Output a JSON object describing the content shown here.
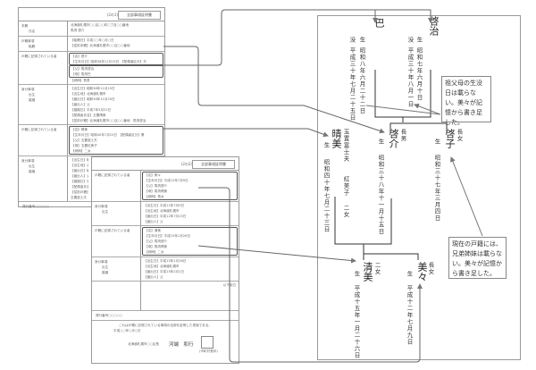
{
  "doc1": {
    "page": "(2の1)",
    "title": "全部事項証明書",
    "rows": [
      {
        "label": [
          "本籍",
          "氏名"
        ],
        "lines": [
          "北海道札幌市○○区○○町○丁目○○番地",
          "馬渕 啓介"
        ]
      },
      {
        "label": [
          "戸籍事項",
          "転籍"
        ],
        "lines": [
          "【転籍日】平成○○年○月○日",
          "【従前本籍】北海道札幌市○○区○○番地"
        ]
      },
      {
        "label": [
          "戸籍に記録されている者"
        ],
        "lines": [
          "【名】啓介",
          "【生年月日】昭和38年11月15日　【配偶者区分】夫",
          "【父】馬渕啓治",
          "【母】馬渕巴",
          "【続柄】長男"
        ],
        "hl": [
          [
            0,
            1
          ],
          [
            2,
            3
          ]
        ]
      },
      {
        "label": [
          "身分事項",
          "出生",
          "婚姻"
        ],
        "lines": [
          "【出生日】昭和38年11月15日",
          "【出生地】北海道札幌市",
          "【届出日】昭和38年11月20日",
          "【届出人】父",
          "【婚姻日】平成7年5月22日",
          "【配偶者氏名】玉置晴美",
          "【従前戸籍】北海道札幌市○○区○○番地　馬渕啓治"
        ]
      },
      {
        "label": [
          "戸籍に記録されている者"
        ],
        "lines": [
          "【名】晴美",
          "【生年月日】昭和40年7月23日　【配偶者区分】妻",
          "【父】玉置富士夫",
          "【母】玉置紅美子",
          "【続柄】二女"
        ],
        "hl": [
          [
            0,
            4
          ]
        ]
      },
      {
        "label": [
          "身分事項",
          "出生",
          "婚姻"
        ],
        "lines": [
          "【出生日】昭和40年7月23日",
          "【出生地】北海道札幌市",
          "【届出日】昭和40年7月28日",
          "【届出人】父",
          "【婚姻日】平成7年5月22日",
          "【配偶者氏名】馬渕啓介",
          "【従前戸籍】北海道札幌市○○区○○番地",
          "玉置富士夫"
        ]
      }
    ],
    "footer": "発行番号○○○○○"
  },
  "doc2": {
    "page": "(2の2)",
    "title": "全部事項証明書",
    "rows": [
      {
        "label": [
          "戸籍に記録されている者"
        ],
        "lines": [
          "【名】美々",
          "【生年月日】平成12年7月9日",
          "【父】馬渕啓介",
          "【母】馬渕晴美",
          "【続柄】長女"
        ],
        "hl": [
          [
            0,
            4
          ]
        ]
      },
      {
        "label": [
          "身分事項",
          "出生"
        ],
        "lines": [
          "【出生日】平成12年7月9日",
          "【出生地】北海道札幌市",
          "【届出日】平成12年7月15日",
          "【届出人】父"
        ]
      },
      {
        "label": [
          "戸籍に記録されている者"
        ],
        "lines": [
          "【名】清美",
          "【生年月日】平成15年1月26日",
          "【父】馬渕啓介",
          "【母】馬渕晴美",
          "【続柄】二女"
        ],
        "hl": [
          [
            0,
            4
          ]
        ]
      },
      {
        "label": [
          "身分事項",
          "出生",
          "婚姻"
        ],
        "lines": [
          "【出生日】平成15年1月26日",
          "【出生地】北海道札幌市",
          "【届出日】平成15年2月1日",
          "【届出人】父"
        ]
      },
      {
        "label": [
          ""
        ],
        "lines": [
          "以下余白",
          "",
          "",
          "",
          ""
        ]
      }
    ],
    "footer": "発行番号○○○○○",
    "certificate": {
      "text": "これは戸籍に記録されている事項の全部を証明した書面である。",
      "date": "平成○○年○月○日",
      "office": "北海道札幌市○○区長",
      "mayor": "河端　和行",
      "seal_note": "(市町村長印)"
    }
  },
  "tree": {
    "birth_label": "生",
    "death_label": "没",
    "people": {
      "tomoe": {
        "name": "巴",
        "birth": "昭和八年六月二十二日",
        "death": "平成三十年七月二十五日"
      },
      "keiji": {
        "name": "啓治",
        "birth": "昭和七年六月十日",
        "death": "平成三十年八月一日"
      },
      "harumi": {
        "name": "晴美",
        "birth": "昭和四十年七月二十三日",
        "father": "玉置富士夫",
        "mother": "紅美子",
        "relation": "二女"
      },
      "keisuke": {
        "name": "啓介",
        "relation": "長男",
        "birth": "昭和三十八年十一月十五日"
      },
      "keiko": {
        "name": "啓子",
        "relation": "長女",
        "birth": "昭和三十七年三月四日"
      },
      "kiyomi": {
        "name": "清美",
        "relation": "二女",
        "birth": "平成十五年一月二十六日"
      },
      "mimi": {
        "name": "美々",
        "relation": "長女",
        "birth": "平成十二年七月九日"
      }
    },
    "notes": {
      "grandparents": "祖父母の生没日は載らない。美々が記憶から書き足した。",
      "siblings": "現在の戸籍には、兄弟姉妹は載らない。美々が記憶から書き足した。"
    }
  }
}
